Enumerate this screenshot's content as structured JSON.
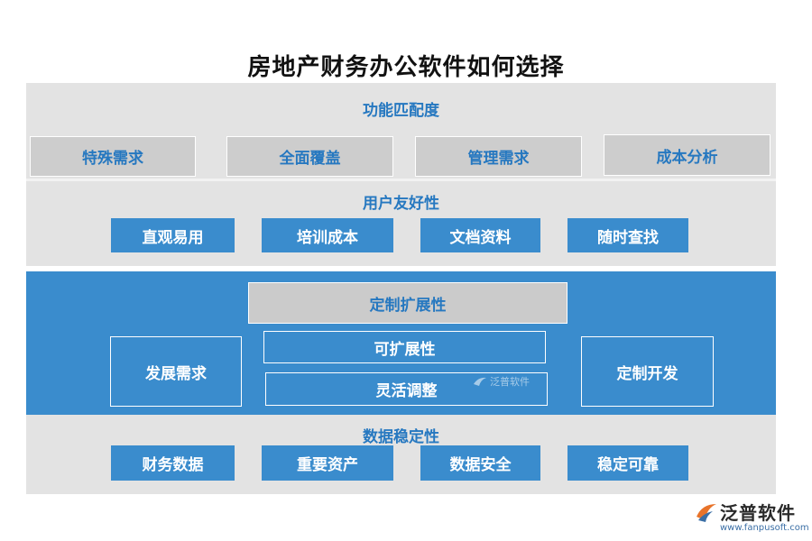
{
  "title": "房地产财务办公软件如何选择",
  "sections": {
    "function": {
      "label": "功能匹配度",
      "items": [
        "特殊需求",
        "全面覆盖",
        "管理需求",
        "成本分析"
      ]
    },
    "usability": {
      "label": "用户友好性",
      "items": [
        "直观易用",
        "培训成本",
        "文档资料",
        "随时查找"
      ]
    },
    "extensibility": {
      "label": "定制扩展性",
      "left": "发展需求",
      "center": [
        "可扩展性",
        "灵活调整"
      ],
      "right": "定制开发"
    },
    "stability": {
      "label": "数据稳定性",
      "items": [
        "财务数据",
        "重要资产",
        "数据安全",
        "稳定可靠"
      ]
    }
  },
  "watermark": "泛普软件",
  "logo": {
    "name": "泛普软件",
    "url": "www.fanpusoft.com"
  }
}
